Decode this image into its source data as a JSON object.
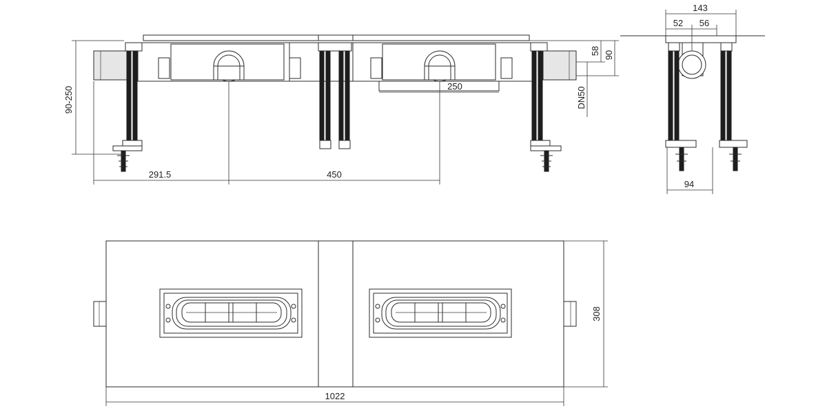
{
  "dimensions": {
    "adjustable_height": "90-250",
    "inlet_offset": "291.5",
    "outlet_spacing": "450",
    "body_length": "250",
    "outlet_size": "DN50",
    "height_58": "58",
    "height_90": "90",
    "side_width": "143",
    "side_52": "52",
    "side_56": "56",
    "foot_width": "94",
    "plan_depth": "308",
    "total_length": "1022"
  }
}
